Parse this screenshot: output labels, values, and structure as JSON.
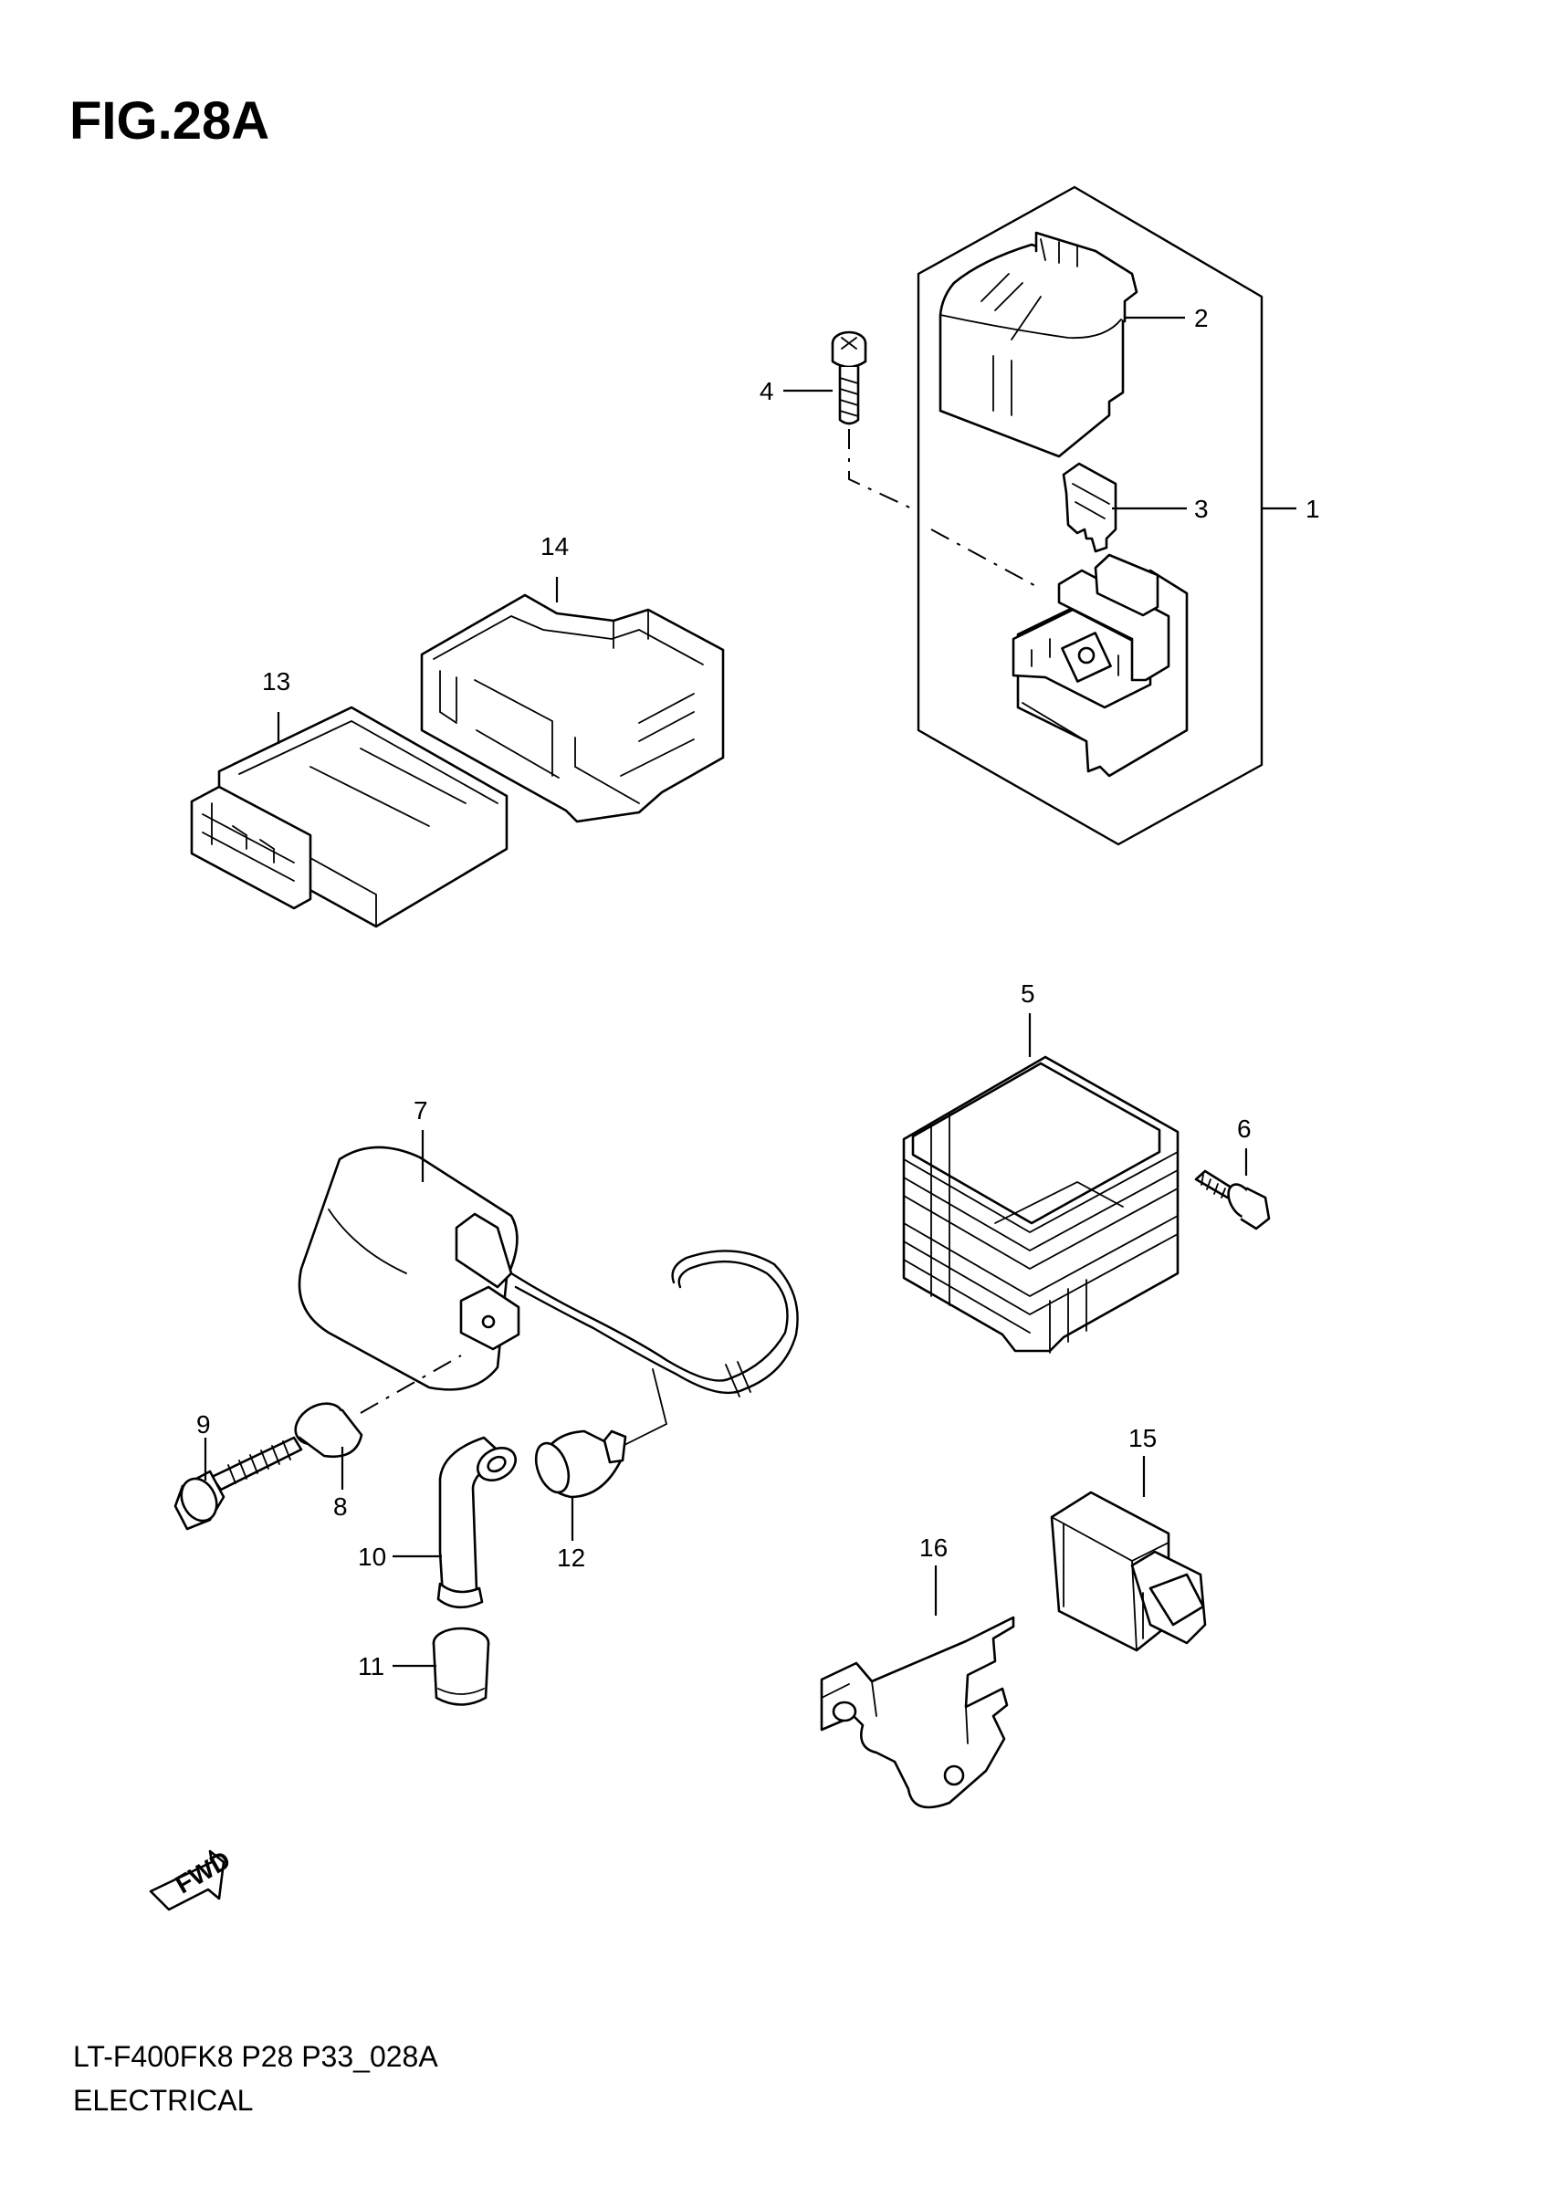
{
  "figure": {
    "title": "FIG.28A",
    "model_code": "LT-F400FK8 P28 P33_028A",
    "section": "ELECTRICAL"
  },
  "direction_marker": {
    "label": "FWD",
    "icon": "fwd-arrow-icon"
  },
  "callouts": [
    {
      "id": "1",
      "label": "1"
    },
    {
      "id": "2",
      "label": "2"
    },
    {
      "id": "3",
      "label": "3"
    },
    {
      "id": "4",
      "label": "4"
    },
    {
      "id": "5",
      "label": "5"
    },
    {
      "id": "6",
      "label": "6"
    },
    {
      "id": "7",
      "label": "7"
    },
    {
      "id": "8",
      "label": "8"
    },
    {
      "id": "9",
      "label": "9"
    },
    {
      "id": "10",
      "label": "10"
    },
    {
      "id": "11",
      "label": "11"
    },
    {
      "id": "12",
      "label": "12"
    },
    {
      "id": "13",
      "label": "13"
    },
    {
      "id": "14",
      "label": "14"
    },
    {
      "id": "15",
      "label": "15"
    },
    {
      "id": "16",
      "label": "16"
    }
  ]
}
